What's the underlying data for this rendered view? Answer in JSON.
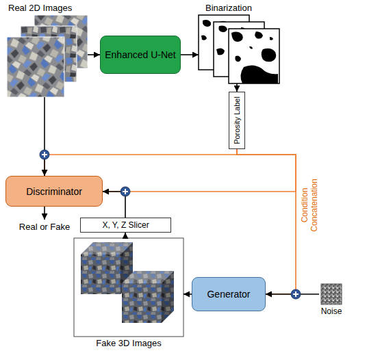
{
  "diagram": {
    "nodes": [
      {
        "text": [
          "Real 2D Images"
        ]
      },
      {
        "text": [
          "Enhanced U-Net"
        ]
      },
      {
        "text": [
          "Binarization"
        ]
      },
      {
        "text": [
          "Porosity Label"
        ]
      },
      {
        "text": [
          "Discriminator"
        ]
      },
      {
        "text": [
          "X, Y, Z Slicer"
        ]
      },
      {
        "text": [
          "Fake 3D Images"
        ]
      },
      {
        "text": [
          "Generator"
        ]
      },
      {
        "text": [
          "Noise"
        ]
      }
    ],
    "edges": [
      {
        "from": 0,
        "to": 1,
        "arrow": "to"
      },
      {
        "from": 1,
        "to": 2,
        "arrow": "to"
      },
      {
        "from": 2,
        "to": 3,
        "arrow": "to"
      },
      {
        "from": 0,
        "to": 4,
        "arrow": "to"
      },
      {
        "from": 3,
        "to": 4,
        "arrow": "to"
      },
      {
        "from": 3,
        "to": 4,
        "arrow": "to"
      },
      {
        "from": 5,
        "to": 4,
        "arrow": "to"
      },
      {
        "from": 6,
        "to": 5,
        "arrow": "to"
      },
      {
        "from": 7,
        "to": 6,
        "arrow": "to"
      },
      {
        "from": 3,
        "to": 7,
        "arrow": "to"
      },
      {
        "from": 8,
        "to": 7,
        "arrow": "to"
      }
    ],
    "labels": [
      "Real or Fake",
      "Condition Concatenation"
    ]
  }
}
